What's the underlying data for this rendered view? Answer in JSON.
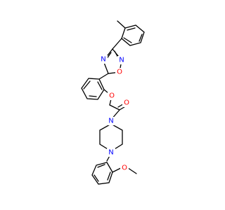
{
  "colors": {
    "bond": "#000000",
    "oxygen": "#ff0000",
    "nitrogen": "#0000ff",
    "background": "#ffffff"
  },
  "atoms": [
    {
      "id": "n_ox1",
      "symbol": "N",
      "element": "nitrogen"
    },
    {
      "id": "n_ox2",
      "symbol": "N",
      "element": "nitrogen"
    },
    {
      "id": "o_ox",
      "symbol": "O",
      "element": "oxygen"
    },
    {
      "id": "o_ether",
      "symbol": "O",
      "element": "oxygen"
    },
    {
      "id": "o_carbonyl",
      "symbol": "O",
      "element": "oxygen"
    },
    {
      "id": "n_pip1",
      "symbol": "N",
      "element": "nitrogen"
    },
    {
      "id": "n_pip2",
      "symbol": "N",
      "element": "nitrogen"
    },
    {
      "id": "o_methoxy",
      "symbol": "O",
      "element": "oxygen"
    }
  ]
}
